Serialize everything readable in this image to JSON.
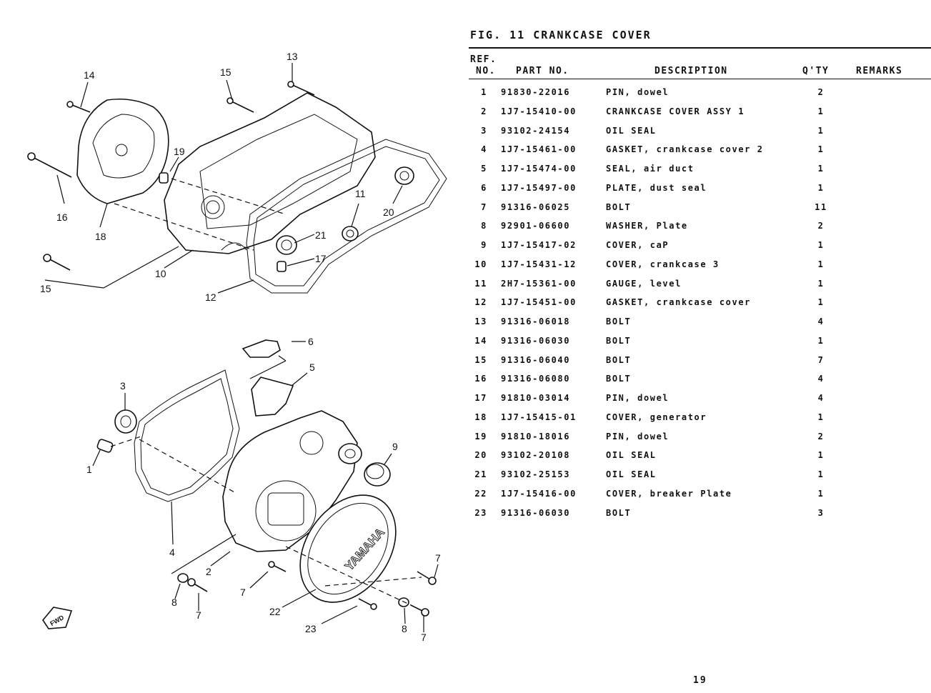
{
  "figure": {
    "title": "FIG. 11   CRANKCASE COVER"
  },
  "table": {
    "header": {
      "ref": "REF.",
      "no": "NO.",
      "part_no": "PART NO.",
      "description": "DESCRIPTION",
      "qty": "Q'TY",
      "remarks": "REMARKS"
    },
    "rows": [
      {
        "ref": "1",
        "part_no": "91830-22016",
        "description": "PIN, dowel",
        "qty": "2"
      },
      {
        "ref": "2",
        "part_no": "1J7-15410-00",
        "description": "CRANKCASE COVER ASSY 1",
        "qty": "1"
      },
      {
        "ref": "3",
        "part_no": "93102-24154",
        "description": "OIL SEAL",
        "qty": "1"
      },
      {
        "ref": "4",
        "part_no": "1J7-15461-00",
        "description": "GASKET, crankcase cover 2",
        "qty": "1"
      },
      {
        "ref": "5",
        "part_no": "1J7-15474-00",
        "description": "SEAL, air duct",
        "qty": "1"
      },
      {
        "ref": "6",
        "part_no": "1J7-15497-00",
        "description": "PLATE, dust seal",
        "qty": "1"
      },
      {
        "ref": "7",
        "part_no": "91316-06025",
        "description": "BOLT",
        "qty": "11"
      },
      {
        "ref": "8",
        "part_no": "92901-06600",
        "description": "WASHER, Plate",
        "qty": "2"
      },
      {
        "ref": "9",
        "part_no": "1J7-15417-02",
        "description": "COVER, caP",
        "qty": "1"
      },
      {
        "ref": "10",
        "part_no": "1J7-15431-12",
        "description": "COVER, crankcase 3",
        "qty": "1"
      },
      {
        "ref": "11",
        "part_no": "2H7-15361-00",
        "description": "GAUGE, level",
        "qty": "1"
      },
      {
        "ref": "12",
        "part_no": "1J7-15451-00",
        "description": "GASKET, crankcase cover",
        "qty": "1"
      },
      {
        "ref": "13",
        "part_no": "91316-06018",
        "description": "BOLT",
        "qty": "4"
      },
      {
        "ref": "14",
        "part_no": "91316-06030",
        "description": "BOLT",
        "qty": "1"
      },
      {
        "ref": "15",
        "part_no": "91316-06040",
        "description": "BOLT",
        "qty": "7"
      },
      {
        "ref": "16",
        "part_no": "91316-06080",
        "description": "BOLT",
        "qty": "4"
      },
      {
        "ref": "17",
        "part_no": "91810-03014",
        "description": "PIN, dowel",
        "qty": "4"
      },
      {
        "ref": "18",
        "part_no": "1J7-15415-01",
        "description": "COVER, generator",
        "qty": "1"
      },
      {
        "ref": "19",
        "part_no": "91810-18016",
        "description": "PIN, dowel",
        "qty": "2"
      },
      {
        "ref": "20",
        "part_no": "93102-20108",
        "description": "OIL SEAL",
        "qty": "1"
      },
      {
        "ref": "21",
        "part_no": "93102-25153",
        "description": "OIL SEAL",
        "qty": "1"
      },
      {
        "ref": "22",
        "part_no": "1J7-15416-00",
        "description": "COVER, breaker Plate",
        "qty": "1"
      },
      {
        "ref": "23",
        "part_no": "91316-06030",
        "description": "BOLT",
        "qty": "3"
      }
    ]
  },
  "diagram": {
    "callouts": {
      "c1": "1",
      "c2": "2",
      "c3": "3",
      "c4": "4",
      "c5": "5",
      "c6": "6",
      "c7a": "7",
      "c7b": "7",
      "c7c": "7",
      "c7d": "7",
      "c8a": "8",
      "c8b": "8",
      "c9": "9",
      "c10": "10",
      "c11": "11",
      "c12": "12",
      "c13": "13",
      "c14": "14",
      "c15a": "15",
      "c15b": "15",
      "c16": "16",
      "c17": "17",
      "c18": "18",
      "c19": "19",
      "c20": "20",
      "c21": "21",
      "c22": "22",
      "c23": "23"
    },
    "brand_mark": "YAMAHA",
    "direction_mark": "FWD"
  },
  "page_number": "19"
}
